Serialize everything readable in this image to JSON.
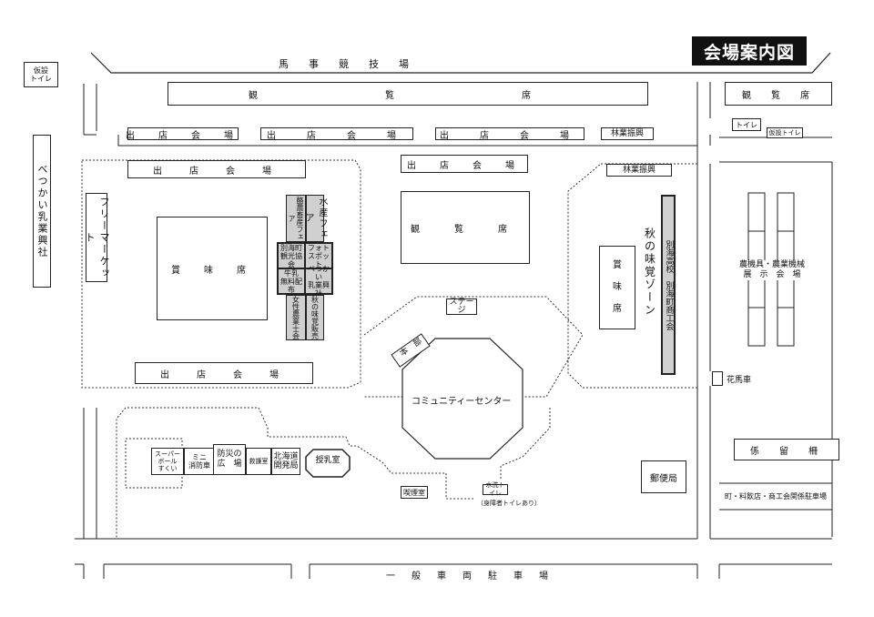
{
  "title": "会場案内図",
  "labels": {
    "racecourse": "馬　　事　　競　　技　　場",
    "toilet_temp": "仮設\nトイレ",
    "spectator_top": "観　　覧　　席",
    "spectator_right": "観　覧　席",
    "toilet_right": "トイレ",
    "temp_toilet_right": "仮設トイレ",
    "stall_1": "出　店　会　場",
    "stall_2": "出　店　会　場",
    "stall_3": "出　店　会　場",
    "forestry_1": "林業振興",
    "beppu_dairy": "べつかい乳業興社",
    "stall_left_top": "出　店　会　場",
    "free_market": "フリーマーケット",
    "tasting_left": "賞　味　席",
    "rakuno_fair": "酪農畜産フェア",
    "suisan_fair": "水産フェア",
    "beppu_kanko": "別海町\n観光協会",
    "photo_spot": "フォト\nスポット",
    "milk_free": "牛乳\n無料配布",
    "beppu_dairy_small": "べつかい\n乳業興社",
    "women_farmers": "女性農業士会",
    "autumn_taste_sale": "秋の味覚販売",
    "stall_left_bottom": "出　店　会　場",
    "stall_center": "出　店　会　場",
    "spectator_center": "観　覧　席",
    "stage": "ステージ",
    "honbu": "本　部",
    "community_center": "コミュニティーセンター",
    "forestry_2": "林業振興",
    "tasting_right": "賞\n味\n席",
    "autumn_zone": "秋の味覚ゾーン",
    "beppu_high": "別海高校　別海町商工会",
    "machine_area": "農機具・農業機械\n展　示　会　場",
    "flower_carriage": "花馬車",
    "mooring": "係　留　柵",
    "super_ball": "スーパー\nボール\nすくい",
    "mini_fire": "ミニ\n消防車",
    "disaster_plaza": "防災の\n広　場",
    "first_aid": "救護室",
    "hokkaido_dev": "北海道\n開発局",
    "nursing": "授乳室",
    "smoking": "喫煙室",
    "flush_toilet": "水洗トイレ",
    "disabled_toilet": "（身障者トイレあり）",
    "post_office": "郵便局",
    "parking_staff": "町・料飲店・商工会関係駐車場",
    "parking_general": "一　般　車　両　駐　車　場"
  }
}
